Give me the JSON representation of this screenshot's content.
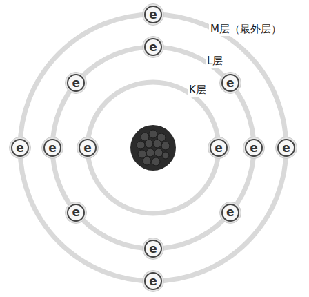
{
  "diagram": {
    "nodes": [
      {
        "text": [
          "e"
        ]
      },
      {
        "text": [
          "e"
        ]
      },
      {
        "text": [
          "e"
        ]
      },
      {
        "text": [
          "e"
        ]
      },
      {
        "text": [
          "e"
        ]
      },
      {
        "text": [
          "e"
        ]
      },
      {
        "text": [
          "e"
        ]
      },
      {
        "text": [
          "e"
        ]
      },
      {
        "text": [
          "e"
        ]
      },
      {
        "text": [
          "e"
        ]
      },
      {
        "text": [
          "e"
        ]
      },
      {
        "text": [
          "e"
        ]
      },
      {
        "text": [
          "e"
        ]
      },
      {
        "text": [
          "e"
        ]
      }
    ],
    "labels": [
      "M层（最外层）",
      "L层",
      "K层"
    ]
  }
}
